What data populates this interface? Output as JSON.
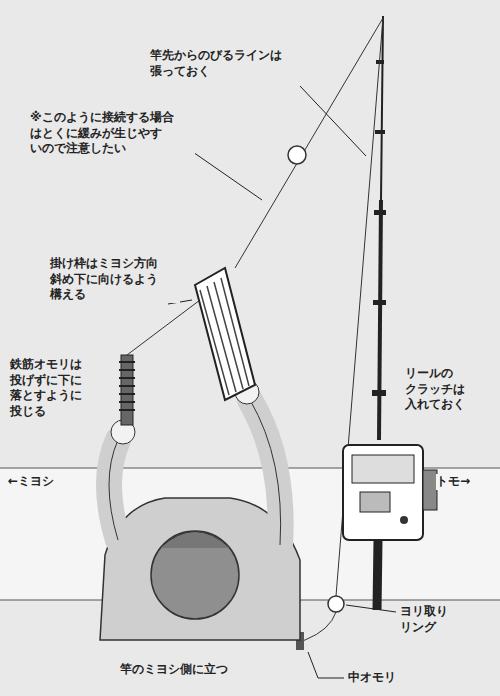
{
  "diagram": {
    "labels": [
      "竿先からのびるラインは 張っておく",
      "※このように接続する場合 はとくに緩みが生じやす いので注意したい",
      "掛け枠はミヨシ方向 斜め下に向けるよう 構える",
      "鉄筋オモリは 投げずに下に 落とすように 投じる",
      "リールの クラッチは 入れておく",
      "←ミヨシ",
      "トモ→",
      "ヨリ取り リング",
      "竿のミヨシ側に立つ",
      "中オモリ"
    ]
  }
}
